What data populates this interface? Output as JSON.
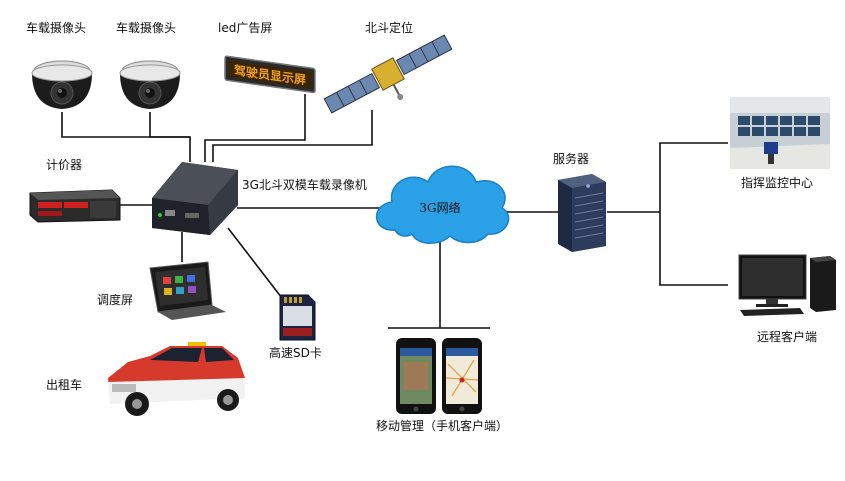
{
  "labels": {
    "camera1": "车载摄像头",
    "camera2": "车载摄像头",
    "led": "led广告屏",
    "beidou": "北斗定位",
    "meter": "计价器",
    "dvr": "3G北斗双模车载录像机",
    "network": "3G网络",
    "server": "服务器",
    "command_center": "指挥监控中心",
    "remote_client": "远程客户端",
    "dispatch_screen": "调度屏",
    "sd_card": "高速SD卡",
    "taxi": "出租车",
    "mobile": "移动管理（手机客户端）"
  },
  "device_text": {
    "led_display": "驾驶员显示屏"
  },
  "colors": {
    "line": "#111111",
    "cloud": "#2aa0e6",
    "cloud_edge": "#1a7fc4",
    "dvr": "#2b2f36",
    "taxi_red": "#d63a2c",
    "taxi_white": "#f2f2f2",
    "led_amber": "#f0a020"
  },
  "icons": {
    "camera": "dome-camera-icon",
    "led": "led-screen-icon",
    "satellite": "satellite-icon",
    "meter": "taxi-meter-icon",
    "dvr": "mobile-dvr-icon",
    "cloud": "cloud-icon",
    "server": "server-tower-icon",
    "monitor_room": "control-room-icon",
    "desktop": "desktop-computer-icon",
    "tablet": "dispatch-tablet-icon",
    "sdcard": "sd-card-icon",
    "car": "taxi-car-icon",
    "phone": "smartphone-icon"
  }
}
